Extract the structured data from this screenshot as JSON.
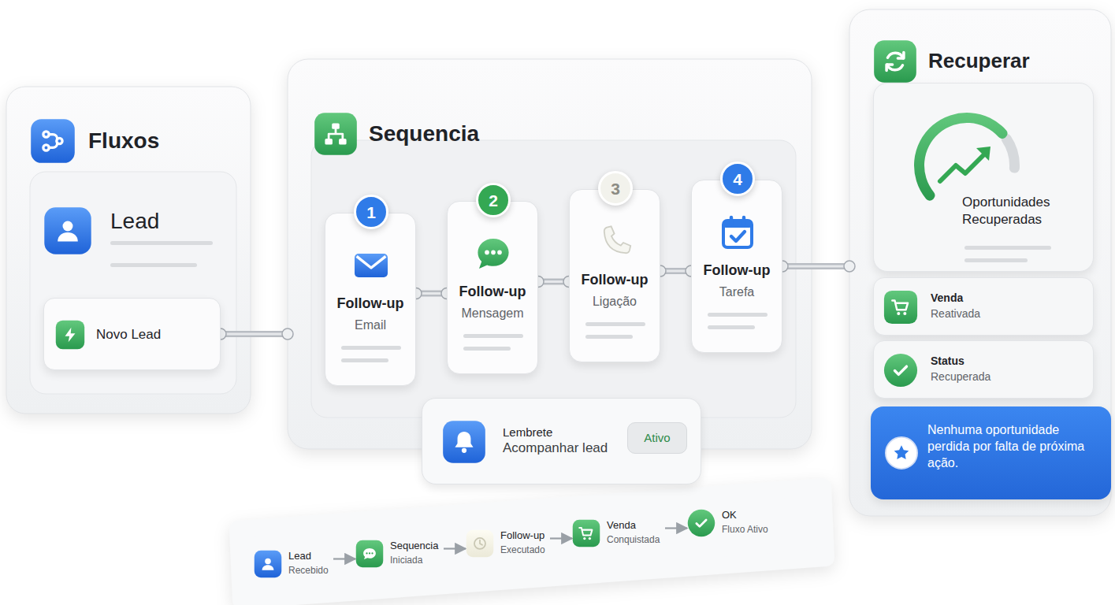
{
  "diagram": {
    "nodes": [
      {
        "text": [
          "Fluxos"
        ]
      },
      {
        "text": [
          "Lead"
        ],
        "in": 0
      },
      {
        "text": [
          "Novo Lead"
        ],
        "in": 1
      },
      {
        "text": [
          "Sequencia"
        ]
      },
      {
        "text": [
          "1",
          "Follow-up",
          "Email"
        ],
        "in": 3
      },
      {
        "text": [
          "2",
          "Follow-up",
          "Mensagem"
        ],
        "in": 3
      },
      {
        "text": [
          "3",
          "Follow-up",
          "Ligação"
        ],
        "in": 3
      },
      {
        "text": [
          "4",
          "Follow-up",
          "Tarefa"
        ],
        "in": 3
      },
      {
        "text": [
          "Lembrete",
          "Acompanhar lead"
        ]
      },
      {
        "text": [
          "Ativo"
        ],
        "in": 8
      },
      {
        "text": [
          "Recuperar"
        ]
      },
      {
        "text": [
          "Oportunidades Recuperadas"
        ],
        "in": 10
      },
      {
        "text": [
          "Venda",
          "Reativada"
        ],
        "in": 10
      },
      {
        "text": [
          "Status",
          "Recuperada"
        ],
        "in": 10
      },
      {
        "text": [
          "Nenhuma oportunidade perdida por falta de próxima ação."
        ],
        "in": 10
      },
      {
        "text": [
          "Lead",
          "Recebido"
        ]
      },
      {
        "text": [
          "Sequencia",
          "Iniciada"
        ]
      },
      {
        "text": [
          "Follow-up",
          "Executado"
        ]
      },
      {
        "text": [
          "Venda",
          "Conquistada"
        ]
      },
      {
        "text": [
          "OK",
          "Fluxo Ativo"
        ]
      }
    ],
    "edges": [
      {
        "from": 2,
        "to": 3,
        "arrow": "none"
      },
      {
        "from": 4,
        "to": 5,
        "arrow": "none"
      },
      {
        "from": 5,
        "to": 6,
        "arrow": "none"
      },
      {
        "from": 6,
        "to": 7,
        "arrow": "none"
      },
      {
        "from": 7,
        "to": 10,
        "arrow": "none"
      },
      {
        "from": 15,
        "to": 16,
        "arrow": "to"
      },
      {
        "from": 16,
        "to": 17,
        "arrow": "to"
      },
      {
        "from": 17,
        "to": 18,
        "arrow": "to"
      },
      {
        "from": 18,
        "to": 19,
        "arrow": "to"
      }
    ]
  }
}
